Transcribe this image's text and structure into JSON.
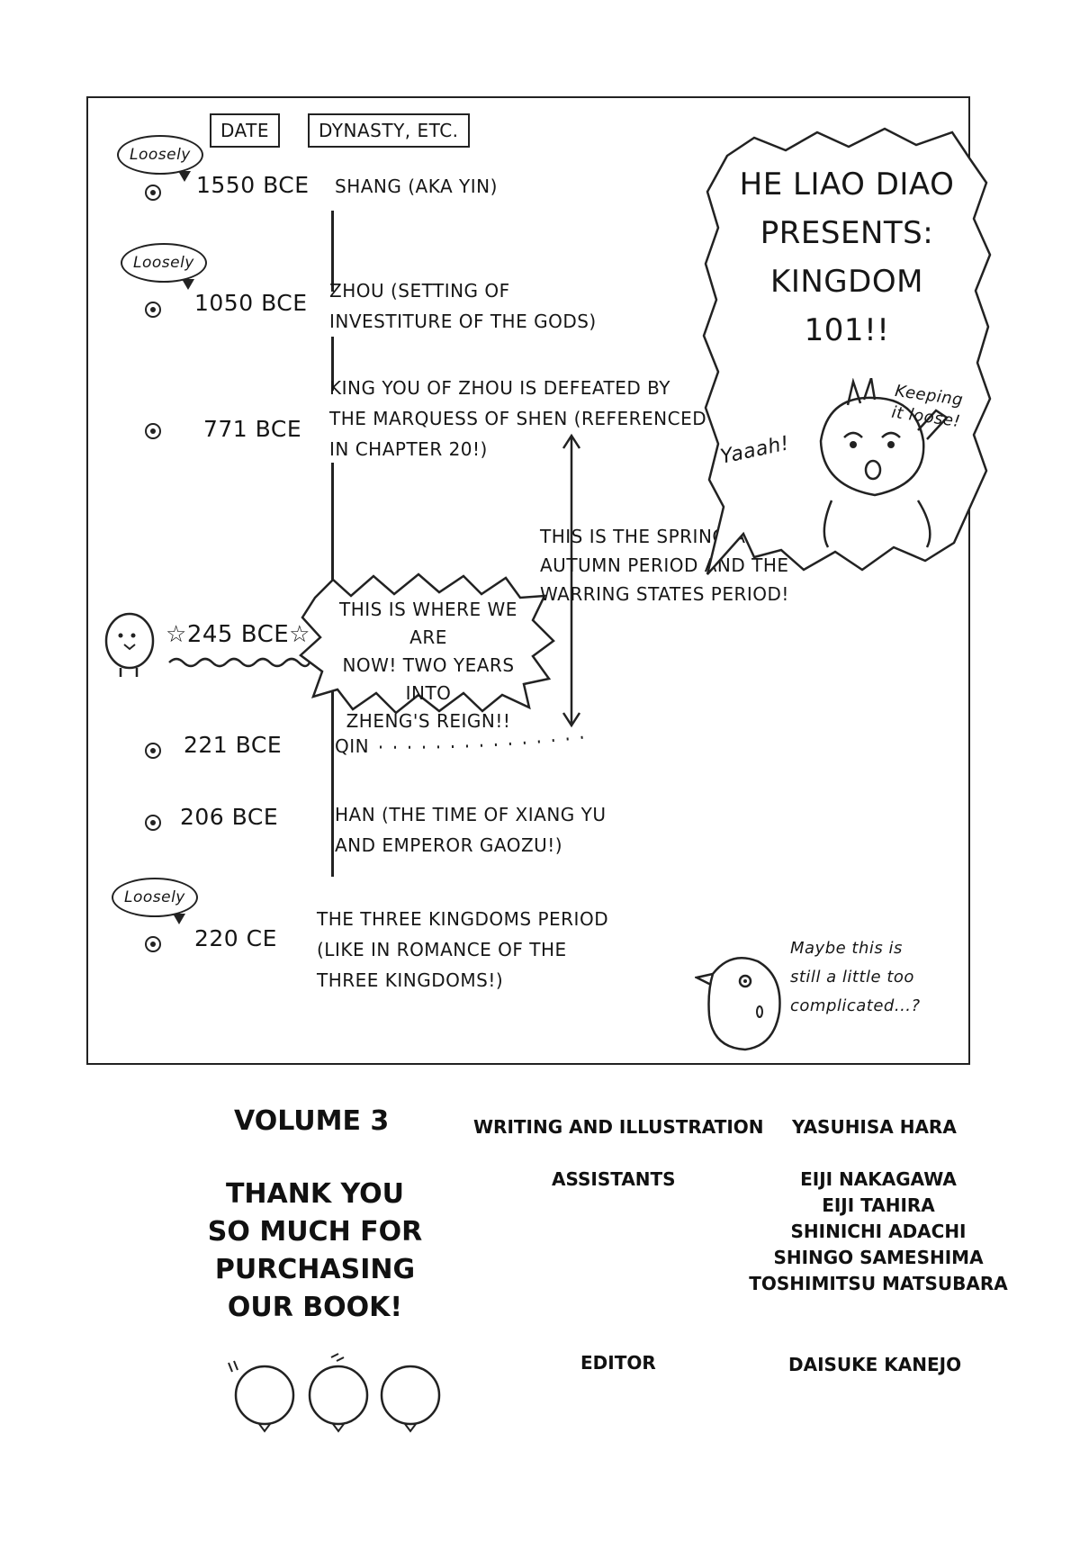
{
  "timeline": {
    "headers": {
      "date": "DATE",
      "dynasty": "DYNASTY, ETC."
    },
    "loosely_label": "Loosely",
    "entries": [
      {
        "date": "1550 BCE",
        "dynasty": "SHANG (AKA YIN)"
      },
      {
        "date": "1050 BCE",
        "dynasty_lines": [
          "ZHOU (SETTING OF",
          "INVESTITURE OF THE GODS)"
        ]
      },
      {
        "date": "771 BCE",
        "dynasty_lines": [
          "KING YOU OF ZHOU IS DEFEATED BY",
          "THE MARQUESS OF SHEN (REFERENCED",
          "IN CHAPTER 20!)"
        ]
      },
      {
        "date": "245 BCE"
      },
      {
        "date": "221 BCE",
        "dynasty": "QIN"
      },
      {
        "date": "206 BCE",
        "dynasty_lines": [
          "HAN (THE TIME OF XIANG YU",
          "AND EMPEROR GAOZU!)"
        ]
      },
      {
        "date": "220 CE",
        "dynasty_lines": [
          "THE THREE KINGDOMS PERIOD",
          "(LIKE IN ROMANCE OF THE",
          "THREE KINGDOMS!)"
        ]
      }
    ],
    "now_callout": [
      "THIS IS WHERE WE ARE",
      "NOW! TWO YEARS INTO",
      "ZHENG'S REIGN!!"
    ],
    "period_note": [
      "THIS IS THE SPRING AND",
      "AUTUMN PERIOD AND THE",
      "WARRING STATES PERIOD!"
    ]
  },
  "title_bubble": {
    "lines": [
      "HE LIAO DIAO",
      "PRESENTS:",
      "KINGDOM",
      "101!!"
    ]
  },
  "character": {
    "shout": "Yaaah!",
    "aside": [
      "Keeping",
      "it loose!"
    ]
  },
  "bird_note": [
    "Maybe this is",
    "still a little too",
    "complicated...?"
  ],
  "credits": {
    "volume": "VOLUME 3",
    "thanks": [
      "THANK YOU",
      "SO MUCH FOR",
      "PURCHASING",
      "OUR BOOK!"
    ],
    "writing_role": "WRITING AND ILLUSTRATION",
    "writing_name": "YASUHISA HARA",
    "assistants_role": "ASSISTANTS",
    "assistants": [
      "EIJI NAKAGAWA",
      "EIJI TAHIRA",
      "SHINICHI ADACHI",
      "SHINGO SAMESHIMA",
      "TOSHIMITSU MATSUBARA"
    ],
    "editor_role": "EDITOR",
    "editor_name": "DAISUKE KANEJO"
  }
}
